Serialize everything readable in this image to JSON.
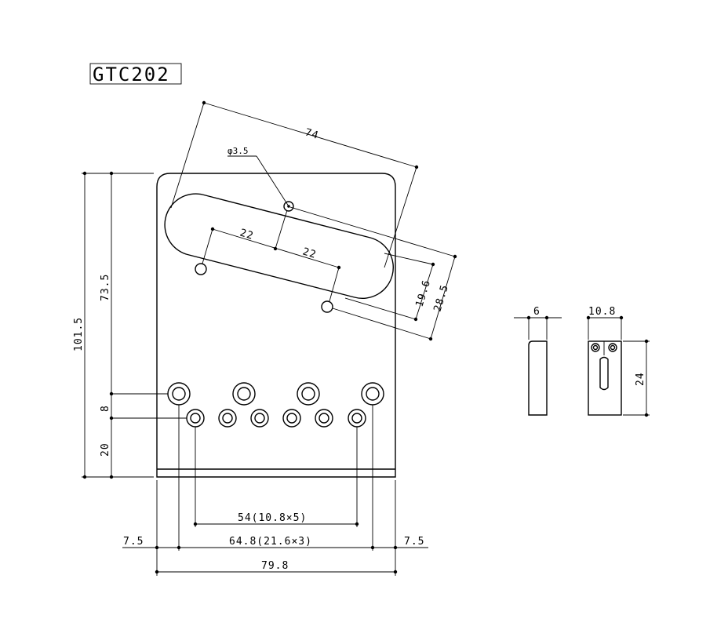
{
  "title": "GTC202",
  "dims": {
    "hole_dia": "φ3.5",
    "slot_len": "74",
    "slot_half_a": "22",
    "slot_half_b": "22",
    "d19_6": "19.6",
    "d28_5": "28.5",
    "height_101_5": "101.5",
    "height_73_5": "73.5",
    "d8": "8",
    "d20": "20",
    "d54": "54(10.8×5)",
    "d64_8": "64.8(21.6×3)",
    "left_7_5": "7.5",
    "right_7_5": "7.5",
    "width_79_8": "79.8",
    "side_6": "6",
    "end_10_8": "10.8",
    "end_24": "24"
  }
}
